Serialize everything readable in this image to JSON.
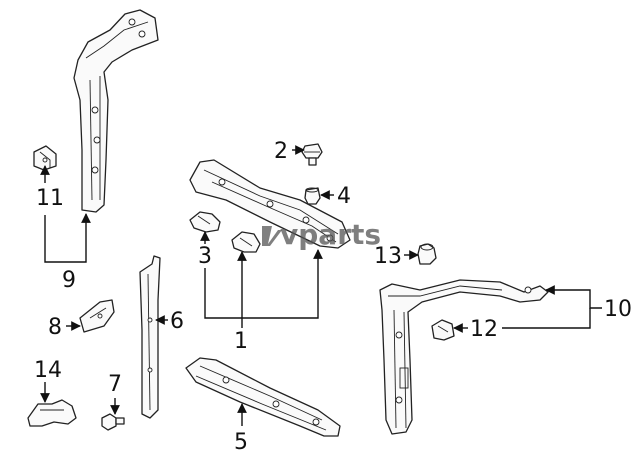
{
  "callouts": {
    "c1": "1",
    "c2": "2",
    "c3": "3",
    "c4": "4",
    "c5": "5",
    "c6": "6",
    "c7": "7",
    "c8": "8",
    "c9": "9",
    "c10": "10",
    "c11": "11",
    "c12": "12",
    "c13": "13",
    "c14": "14"
  },
  "watermark": {
    "text": "vparts"
  },
  "colors": {
    "line": "#222222",
    "fill": "#fafafa",
    "background": "#ffffff"
  }
}
